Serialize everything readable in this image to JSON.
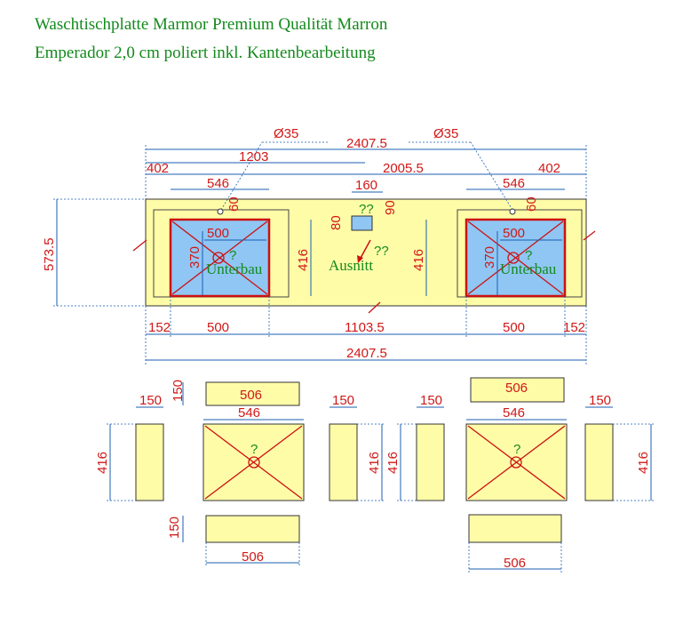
{
  "title_line1": "Waschtischplatte Marmor Premium Qualität Marron",
  "title_line2": "Emperador 2,0 cm poliert inkl. Kantenbearbeitung",
  "colors": {
    "title": "#138a1c",
    "dimension": "#d01818",
    "stone": "#fffca8",
    "sink": "#8fc6f4",
    "dimline": "#1b5fb0"
  },
  "top_view": {
    "dia_left": "Ø35",
    "dia_right": "Ø35",
    "total_top": "2407.5",
    "d1203": "1203",
    "d402_left": "402",
    "d2005": "2005.5",
    "d402_right": "402",
    "d546_left": "546",
    "d160": "160",
    "d546_right": "546",
    "d60_left": "60",
    "d90": "90",
    "d60_right": "60",
    "d80": "80",
    "cut_qq": "??",
    "height_total": "573.5",
    "d416_a": "416",
    "d416_b": "416",
    "d370_left": "370",
    "d370_right": "370",
    "d500_left_inner": "500",
    "d500_right_inner": "500",
    "q_left": "?",
    "q_right": "?",
    "sink_label_left": "Unterbau",
    "sink_label_right": "Unterbau",
    "cut_label": "Ausnitt",
    "cut_label_qq": "??",
    "d152_left": "152",
    "d500_left": "500",
    "d1103": "1103.5",
    "d500_right": "500",
    "d152_right": "152",
    "total_bottom": "2407.5"
  },
  "parts": {
    "left": {
      "top_strip_h": "150",
      "top_strip_w": "506",
      "side_l_w": "150",
      "side_l_h": "416",
      "bottom_w": "546",
      "q": "?",
      "side_r_w": "150",
      "side_r_h": "416",
      "bottom_strip_h": "150",
      "bottom_strip_w": "506"
    },
    "right": {
      "side_l_w": "150",
      "side_l_h": "416",
      "top_strip_w": "506",
      "bottom_w": "546",
      "q": "?",
      "side_r_w": "150",
      "side_r_h": "416",
      "bottom_strip_w": "506"
    }
  }
}
